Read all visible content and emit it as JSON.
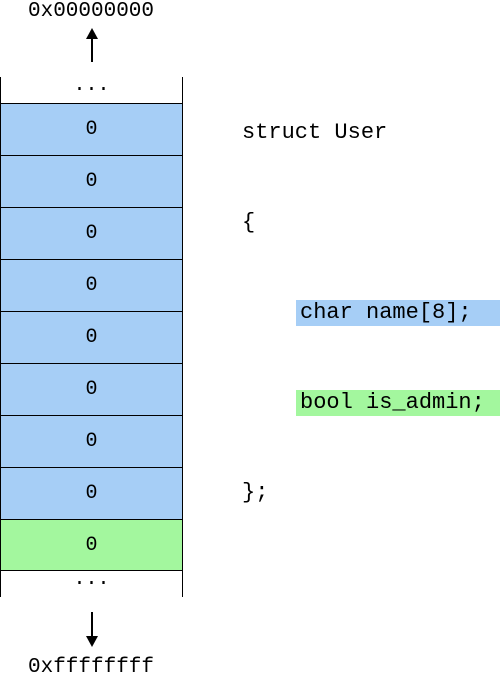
{
  "addresses": {
    "top": "0x00000000",
    "bottom": "0xffffffff"
  },
  "memory": {
    "ellipsis_top": "...",
    "ellipsis_bottom": "...",
    "cells": [
      {
        "value": "0",
        "field": "name"
      },
      {
        "value": "0",
        "field": "name"
      },
      {
        "value": "0",
        "field": "name"
      },
      {
        "value": "0",
        "field": "name"
      },
      {
        "value": "0",
        "field": "name"
      },
      {
        "value": "0",
        "field": "name"
      },
      {
        "value": "0",
        "field": "name"
      },
      {
        "value": "0",
        "field": "name"
      },
      {
        "value": "0",
        "field": "is_admin"
      }
    ]
  },
  "code": {
    "header": "struct User",
    "open": "{",
    "fields": [
      "char name[8];",
      "bool is_admin;"
    ],
    "close": "};"
  },
  "colors": {
    "name_field": "#a6cef6",
    "is_admin_field": "#a3f79e"
  }
}
